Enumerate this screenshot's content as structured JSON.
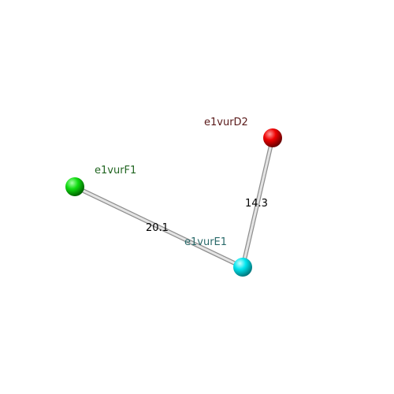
{
  "nodes": [
    {
      "id": "F1",
      "label": "e1vurF1",
      "color": "#00dd00",
      "label_color": "#226622"
    },
    {
      "id": "E1",
      "label": "e1vurE1",
      "color": "#00e5ee",
      "label_color": "#2a6a6a"
    },
    {
      "id": "D2",
      "label": "e1vurD2",
      "color": "#ee0000",
      "label_color": "#5a1a1a"
    }
  ],
  "edges": [
    {
      "from": "F1",
      "to": "E1",
      "label": "20.1"
    },
    {
      "from": "E1",
      "to": "D2",
      "label": "14.3"
    }
  ],
  "colors": {
    "bond": "#d0d0d0",
    "bond_outline": "#8f8f8f",
    "distance_label": "#000000"
  }
}
